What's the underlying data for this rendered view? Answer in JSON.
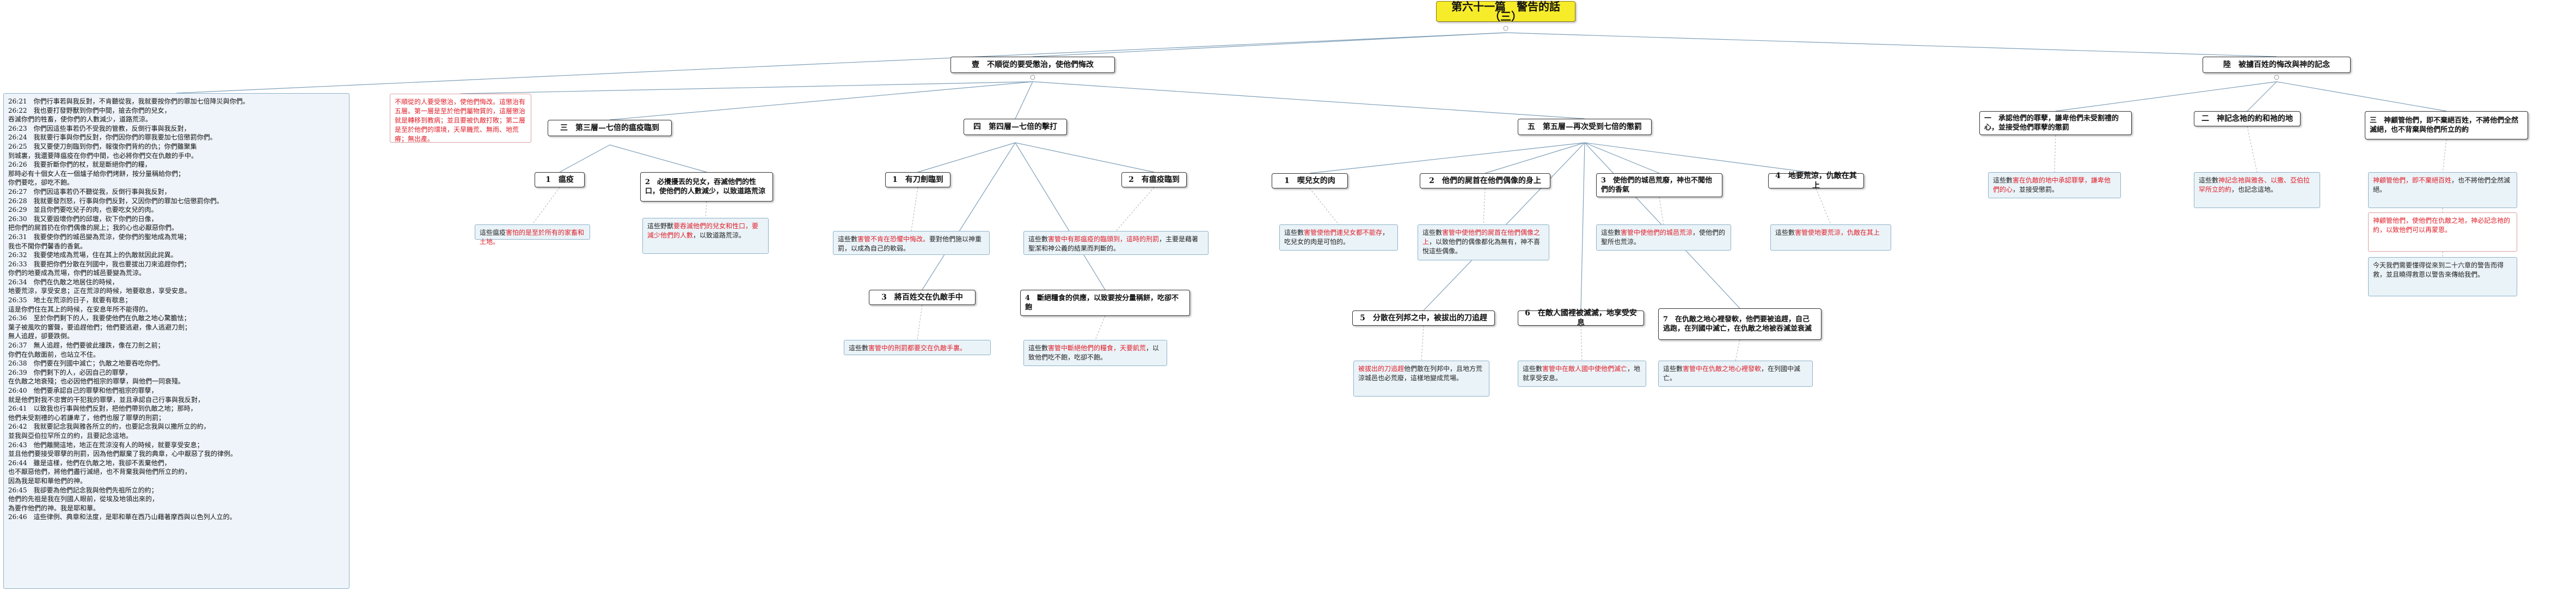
{
  "root": {
    "title": "第六十一篇　警告的話（三）"
  },
  "branches": {
    "b1": {
      "title": "壹　不順從的要受懲治，使他們悔改",
      "intro": {
        "red": "不順從的人要受懲治，使他們悔改。這懲治有五層。",
        "black": "第一層是至於他們屬物質的，這層懲治就是轉移到教病；並且要被仇敵打敗；第二層是至於他們的環境，天旱饑荒、無雨、地荒瘠；無出產。"
      },
      "s3": {
        "title": "三　第三層—七倍的瘟疫臨到",
        "items": [
          {
            "title": "1　瘟疫",
            "note_black": "這些瘟疫",
            "note_red": "害怕的是至於所有的家畜和土地。",
            "note_tail": ""
          },
          {
            "title": "2　必攪擾丟的兒女，吞滅他們的性口，使他們的人數減少，以致道路荒涼",
            "note_black": "這些野獸",
            "note_red": "要吞滅他們的兒女和性口，要減少他們的人數",
            "note_tail": "，以致道路荒涼。"
          }
        ]
      },
      "s4": {
        "title": "四　第四層—七倍的擊打",
        "items": [
          {
            "title": "1　有刀劍臨到",
            "note_black": "這些數",
            "note_red": "害管不肯在恐懼中悔改。",
            "note_tail": "要對他們施以神重罰，以成為自己的軟弱。"
          },
          {
            "title": "2　有瘟疫臨到",
            "note_black": "這些數",
            "note_red": "害管中有那瘟疫的臨頭到，這時的刑罰",
            "note_tail": "，主要是藉著聖潔和神公義的結果而判斷的。"
          },
          {
            "title": "3　將百姓交在仇敵手中",
            "note_black": "這些數",
            "note_red": "害管中的刑罰都要交在仇敵手裏。",
            "note_tail": ""
          },
          {
            "title": "4　斷絕糧食的供應，以致要按分量稱餅，吃卻不飽",
            "note_black": "這些數",
            "note_red": "害管中斷絕他們的糧食，天要飢荒",
            "note_tail": "，以致他們吃不飽，吃卻不飽。"
          }
        ]
      },
      "s5": {
        "title": "五　第五層—再次受到七倍的懲罰",
        "items": [
          {
            "title": "1　喫兒女的肉",
            "note_black": "這些數",
            "note_red": "害管使他們連兒女都不能存",
            "note_tail": "，吃兒女的肉是可怕的。"
          },
          {
            "title": "2　他們的屍首在他們偶像的身上",
            "note_black": "這些數",
            "note_red": "害管中使他們的屍首在他們偶像之上",
            "note_tail": "，以致他們的偶像都化為無有，神不喜悅這些偶像。"
          },
          {
            "title": "3　使他們的城邑荒廢，神也不聞他們的香氣",
            "note_black": "這些數",
            "note_red": "害管中使他們的城邑荒涼",
            "note_tail": "，使他們的聖所也荒涼。"
          },
          {
            "title": "4　地要荒涼，仇敵在其上",
            "note_black": "這些數",
            "note_red": "害管使地要荒涼，仇敵在其上",
            "note_tail": "。"
          },
          {
            "title": "5　分散在列邦之中，被拔出的刀追趕",
            "note_black": "",
            "note_red": "被拔出的刀追趕",
            "note_tail": "他們散在列邦中，且地方荒涼城邑也必荒廢，這樣地變成荒場。"
          },
          {
            "title": "6　在敵人國裡被滅滅，地享受安息",
            "note_black": "這些數",
            "note_red": "害管中在敵人國中使他們滅亡",
            "note_tail": "，地就享受安息。"
          },
          {
            "title": "7　在仇敵之地心裡發軟，他們要被追趕，自己逃跑，在列國中滅亡，在仇敵之地被吞滅並衰滅",
            "note_black": "這些數",
            "note_red": "害管中在仇敵之地心裡發軟",
            "note_tail": "，在列國中滅亡。"
          }
        ]
      }
    },
    "b2": {
      "title": "陸　被擄百姓的悔改與神的記念",
      "items": [
        {
          "title": "一　承認他們的罪孽，謙卑他們未受割禮的心，並接受他們罪孽的懲罰",
          "note_black": "這些數",
          "note_red": "害在仇敵的地中承認罪孽，謙卑他們的心",
          "note_tail": "，並接受懲罰。"
        },
        {
          "title": "二　神記念祂的約和祂的地",
          "note_black": "這些數",
          "note_red": "神記念祂與雅各、以撒、亞伯拉罕所立的約",
          "note_tail": "，也記念這地。"
        },
        {
          "title": "三　神顧管他們，即不棄絕百姓，不將他們全然滅絕，也不背棄與他們所立的約",
          "note_black": "",
          "note_red": "神顧管他們，即不棄絕百姓",
          "note_tail": "，也不將他們全然滅絕。"
        }
      ],
      "extra_red": "神顧管他們，使他們在仇敵之地，神必記念祂的約，以致他們可以再蒙恩。",
      "extra_black": "今天我們需要懂得從來到二十六章的警告而得救，並且曉得救恩以警告來傳給我們。"
    }
  },
  "verses": {
    "lines": [
      "26:21　你們行事若與我反對，不肯聽從我，我就要按你們的罪加七倍降災與你們。",
      "26:22　我也要打發野獸到你們中間，搶去你們的兒女，",
      "吞滅你們的牲畜，使你們的人數減少，道路荒涼。",
      "26:23　你們因這些事若仍不受我的管教，反倒行事與我反對，",
      "26:24　我就要行事與你們反對，你們因你們的罪我要加七倍懲罰你們。",
      "26:25　我又要使刀劍臨到你們，報復你們背約的仇；你們雖聚集",
      "到城裏，我還要降瘟疫在你們中間，也必將你們交在仇敵的手中。",
      "26:26　我要折斷你們的杖，就是斷絕你們的糧，",
      "那時必有十個女人在一個爐子給你們烤餅，按分量稱給你們；",
      "你們要吃，卻吃不飽。",
      "26:27　你們因這事若仍不聽從我，反倒行事與我反對，",
      "26:28　我就要發烈怒，行事與你們反對，又因你們的罪加七倍懲罰你們。",
      "26:29　並且你們要吃兒子的肉，也要吃女兒的肉。",
      "26:30　我又要毀壞你們的邱壇，砍下你們的日像，",
      "把你們的屍首扔在你們偶像的屍上；我的心也必厭惡你們。",
      "26:31　我要使你們的城邑變為荒涼，使你們的聖地成為荒場；",
      "我也不聞你們馨香的香氣。",
      "26:32　我要使地成為荒場，住在其上的仇敵就因此詫異。",
      "26:33　我要把你們分散在列國中，我也要拔出刀來追趕你們；",
      "你們的地要成為荒場，你們的城邑要變為荒涼。",
      "26:34　你們在仇敵之地居住的時候，",
      "地要荒涼，享受安息；正在荒涼的時候，地要歇息，享受安息。",
      "26:35　地土在荒涼的日子，就要有歇息；",
      "這是你們住在其上的時候，在安息年所不能得的。",
      "26:36　至於你們剩下的人，我要使他們在仇敵之地心驚膽怯；",
      "葉子被風吹的響聲，要追趕他們；他們要逃避，像人逃避刀劍；",
      "無人追趕，卻要跌倒。",
      "26:37　無人追趕，他們要彼此撞跌，像在刀劍之前；",
      "你們在仇敵面前，也站立不住。",
      "26:38　你們要在列國中滅亡；仇敵之地要吞吃你們。",
      "26:39　你們剩下的人，必因自己的罪孽，",
      "在仇敵之地衰殘；也必因他們祖宗的罪孽，與他們一同衰殘。",
      "26:40　他們要承認自己的罪孽和他們祖宗的罪孽，",
      "就是他們對我不忠實的干犯我的罪孽，並且承認自己行事與我反對，",
      "26:41　以致我也行事與他們反對，把他們帶到仇敵之地；那時，",
      "他們未受割禮的心若謙卑了，他們也服了罪孽的刑罰；",
      "26:42　我就要記念我與雅各所立的約，也要記念我與以撒所立的約，",
      "並我與亞伯拉罕所立的約，且要記念這地。",
      "26:43　他們離開這地，地正在荒涼沒有人的時候，就要享受安息；",
      "並且他們要接受罪孽的刑罰，因為他們厭棄了我的典章，心中厭惡了我的律例。",
      "26:44　雖是這樣，他們在仇敵之地，我卻不丟棄他們，",
      "也不厭惡他們，將他們盡行滅絕，也不背棄我與他們所立的約，",
      "因為我是耶和華他們的神。",
      "26:45　我卻要為他們記念我與他們先祖所立的約；",
      "他們的先祖是我在列國人眼前，從埃及地領出來的，",
      "為要作他們的神。我是耶和華。",
      "26:46　這些律例、典章和法度，是耶和華在西乃山藉著摩西與以色列人立的。"
    ]
  },
  "colors": {
    "root_bg": "#f7ec2a",
    "wire": "#7f9fb8",
    "note_bg": "#eaf3f8",
    "accent_red": "#e0202a"
  }
}
